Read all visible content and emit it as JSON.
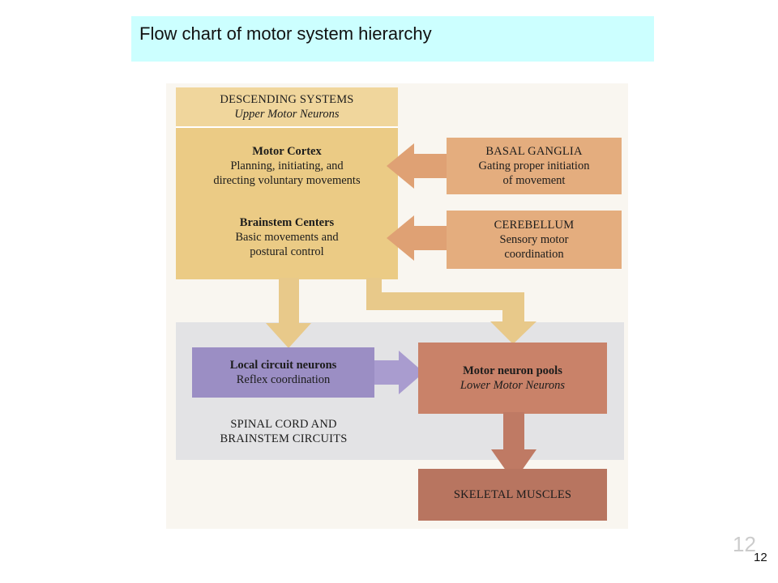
{
  "slide": {
    "title": "Flow chart of motor system hierarchy",
    "page_number_large": "12",
    "page_number_small": "12"
  },
  "diagram": {
    "descending": {
      "heading": "DESCENDING SYSTEMS",
      "subheading": "Upper Motor Neurons"
    },
    "motor_cortex": {
      "heading": "Motor Cortex",
      "lines": [
        "Planning, initiating, and",
        "directing voluntary movements"
      ]
    },
    "brainstem_centers": {
      "heading": "Brainstem Centers",
      "lines": [
        "Basic movements and",
        "postural control"
      ]
    },
    "basal_ganglia": {
      "heading": "BASAL GANGLIA",
      "lines": [
        "Gating proper initiation",
        "of movement"
      ]
    },
    "cerebellum": {
      "heading": "CEREBELLUM",
      "lines": [
        "Sensory motor",
        "coordination"
      ]
    },
    "local_circuit": {
      "heading": "Local circuit neurons",
      "lines": [
        "Reflex coordination"
      ]
    },
    "motor_neuron_pools": {
      "heading": "Motor neuron pools",
      "subheading": "Lower Motor Neurons"
    },
    "spinal_cord": {
      "lines": [
        "SPINAL CORD AND",
        "BRAINSTEM CIRCUITS"
      ]
    },
    "skeletal_muscles": {
      "heading": "SKELETAL MUSCLES"
    }
  },
  "colors": {
    "title_background": "#ccffff",
    "diagram_background": "#f9f6f0",
    "upper_motor_tan": "#ebcb85",
    "upper_motor_header": "#f0d69c",
    "modulator_orange": "#e4ad7e",
    "spinal_region_gray": "#e3e3e5",
    "local_circuit_purple": "#9b8ec4",
    "motor_pool_brown": "#c98269",
    "skeletal_muscle_brown": "#b87560",
    "arrow_tan": "#e8c98a",
    "arrow_orange": "#dfa174",
    "arrow_purple": "#a99ccf",
    "arrow_brown": "#bf7a64"
  }
}
